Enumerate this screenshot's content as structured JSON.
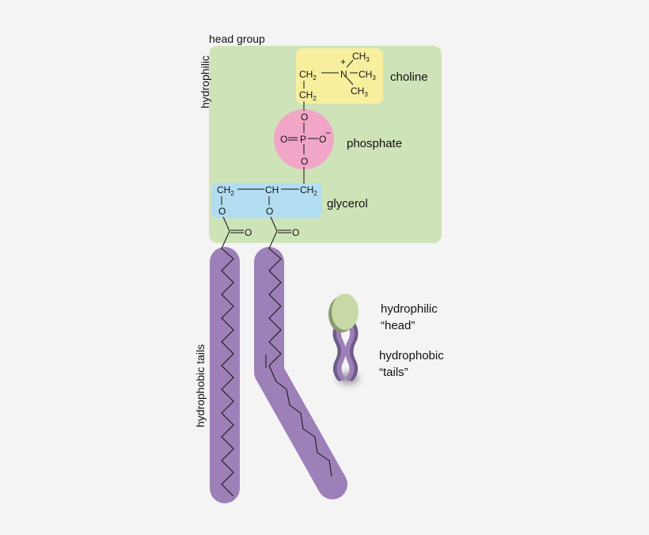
{
  "labels": {
    "head_group_a": "hydrophilic",
    "head_group_b": "head group",
    "hydrophobic_tails": "hydrophobic tails",
    "choline": "choline",
    "phosphate": "phosphate",
    "glycerol": "glycerol",
    "legend_head_line1": "hydrophilic",
    "legend_head_line2": "“head”",
    "legend_tails_line1": "hydrophobic",
    "legend_tails_line2": "“tails”"
  },
  "chem": {
    "ch2": "CH",
    "sub2": "2",
    "ch": "CH",
    "ch3": "CH",
    "sub3": "3",
    "n": "N",
    "p": "P",
    "o": "O",
    "plus": "+",
    "minus": "−"
  },
  "colors": {
    "head_region": "#cfe3b8",
    "choline": "#f7ef9e",
    "phosphate": "#f1a6c8",
    "glycerol": "#b3ddf0",
    "tail": "#9d80b8",
    "legend_head": "#c8d9a8"
  }
}
